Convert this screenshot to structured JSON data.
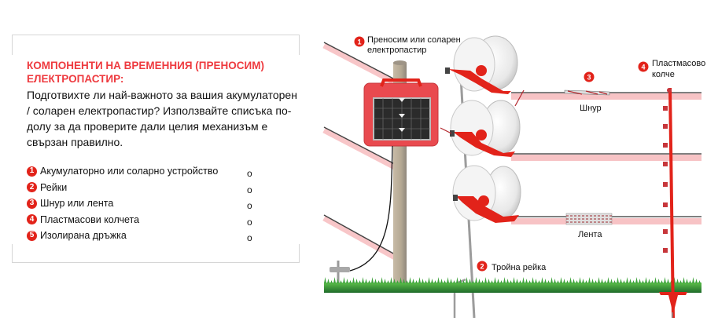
{
  "panel": {
    "heading": "КОМПОНЕНТИ НА ВРЕМЕННИЯ (ПРЕНОСИМ) ЕЛЕКТРОПАСТИР:",
    "intro": "Подготвихте ли най-важното за вашия акумулаторен / соларен електропастир? Използвайте списъка по-долу за да проверите дали целия механизъм е свързан правилно.",
    "checklist": [
      {
        "number": "1",
        "label": "Акумулаторно или соларно устройство",
        "check": "o"
      },
      {
        "number": "2",
        "label": "Рейки",
        "check": "o"
      },
      {
        "number": "3",
        "label": "Шнур или лента",
        "check": "o"
      },
      {
        "number": "4",
        "label": "Пластмасови колчета",
        "check": "o"
      },
      {
        "number": "5",
        "label": "Изолирана дръжка",
        "check": "o"
      }
    ]
  },
  "diagram": {
    "callouts": [
      {
        "number": "1",
        "lines": [
          "Преносим или соларен",
          "електропастир"
        ]
      },
      {
        "number": "2",
        "lines": [
          "Тройна рейка"
        ]
      },
      {
        "number": "3",
        "lines": [
          "Шнур"
        ]
      },
      {
        "number": "4",
        "lines": [
          "Пластмасово",
          "колче"
        ]
      }
    ],
    "tape_label": "Лента",
    "colors": {
      "accent_red": "#e2231a",
      "heading_red": "#ee3a3f",
      "wire_pink": "#f7b8bb",
      "grass_green": "#2e8b3a"
    }
  }
}
